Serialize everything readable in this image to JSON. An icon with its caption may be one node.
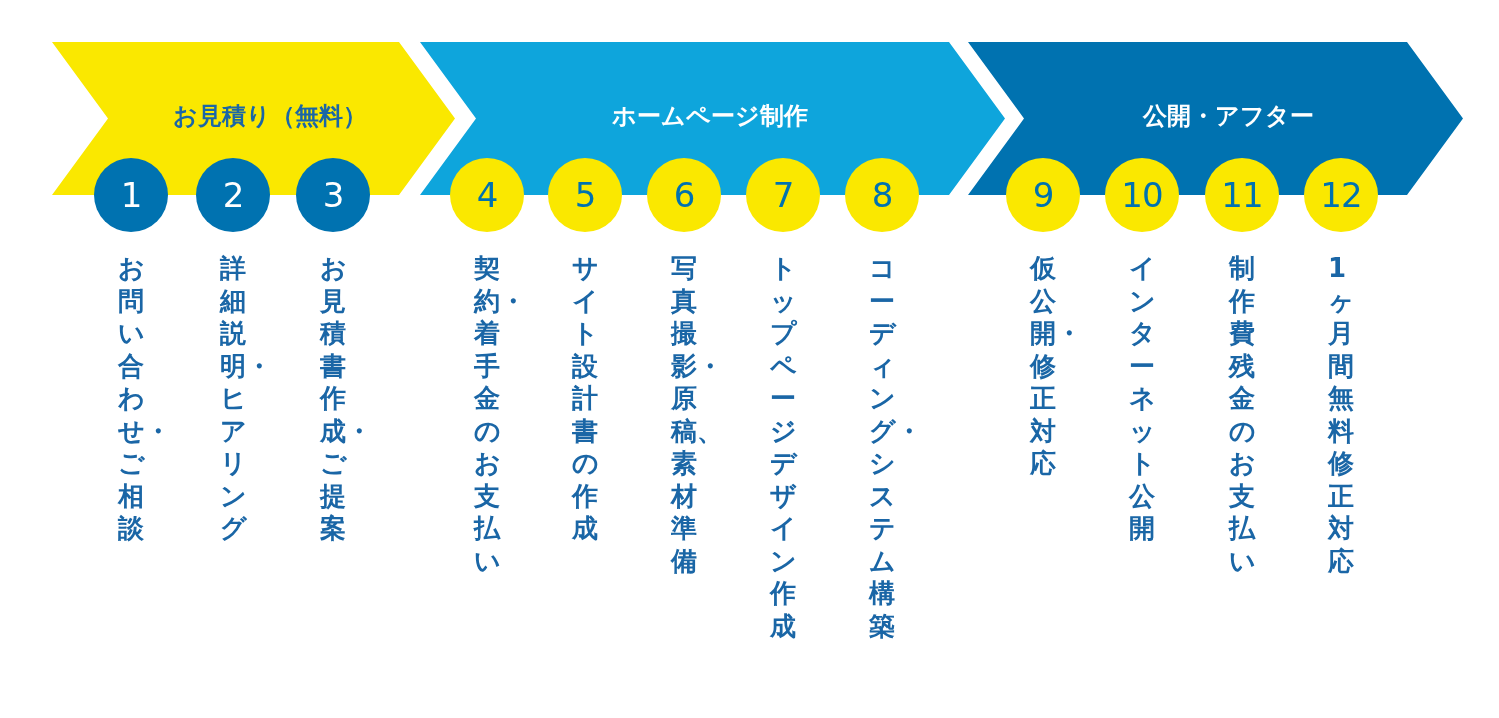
{
  "diagram": {
    "nodes": [
      {
        "text": [
          "お見積り（無料）"
        ]
      },
      {
        "text": [
          "ホームページ制作"
        ]
      },
      {
        "text": [
          "公開・アフター"
        ]
      },
      {
        "text": [
          "1"
        ],
        "beside": [
          "お問い合わせ・ご相談"
        ]
      },
      {
        "text": [
          "2"
        ],
        "beside": [
          "詳細説明・ヒアリング"
        ]
      },
      {
        "text": [
          "3"
        ],
        "beside": [
          "お見積書作成・ご提案"
        ]
      },
      {
        "text": [
          "4"
        ],
        "beside": [
          "契約・着手金のお支払い"
        ]
      },
      {
        "text": [
          "5"
        ],
        "beside": [
          "サイト設計書の作成"
        ]
      },
      {
        "text": [
          "6"
        ],
        "beside": [
          "写真撮影・原稿、素材準備"
        ]
      },
      {
        "text": [
          "7"
        ],
        "beside": [
          "トップページデザイン作成"
        ]
      },
      {
        "text": [
          "8"
        ],
        "beside": [
          "コーディング・システム構築"
        ]
      },
      {
        "text": [
          "9"
        ],
        "beside": [
          "仮公開・修正対応"
        ]
      },
      {
        "text": [
          "10"
        ],
        "beside": [
          "インターネット公開"
        ]
      },
      {
        "text": [
          "11"
        ],
        "beside": [
          "制作費残金のお支払い"
        ]
      },
      {
        "text": [
          "12"
        ],
        "beside": [
          "1ヶ月間無料修正対応"
        ]
      }
    ]
  }
}
